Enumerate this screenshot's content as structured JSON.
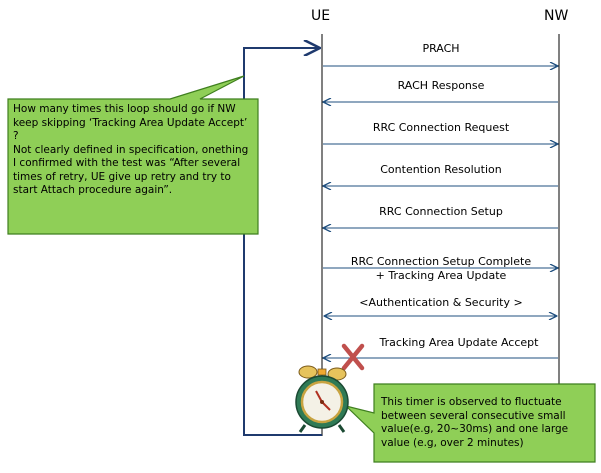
{
  "entities": {
    "ue": "UE",
    "nw": "NW"
  },
  "messages": [
    {
      "label": "PRACH",
      "direction": "ue-to-nw"
    },
    {
      "label": "RACH Response",
      "direction": "nw-to-ue"
    },
    {
      "label": "RRC Connection Request",
      "direction": "ue-to-nw"
    },
    {
      "label": "Contention Resolution",
      "direction": "nw-to-ue"
    },
    {
      "label": "RRC Connection Setup",
      "direction": "nw-to-ue"
    },
    {
      "label": "RRC Connection Setup Complete\n+ Tracking Area Update",
      "direction": "ue-to-nw"
    },
    {
      "label": "<Authentication & Security >",
      "direction": "bidirectional"
    },
    {
      "label": "Tracking Area  Update Accept",
      "direction": "nw-to-ue",
      "skipped": true
    }
  ],
  "callouts": {
    "loop_note": "How many times this loop should go if NW keep skipping ‘Tracking Area Update Accept’ ?\nNot clearly defined in specification, onething I confirmed with the test was “After several times of retry, UE give up retry and try to start Attach procedure again”.",
    "timer_note": "This timer is observed to fluctuate between several consecutive small value(e.g, 20~30ms) and one large value (e.g, over 2 minutes)"
  },
  "colors": {
    "callout_fill": "#8fcf57",
    "callout_border": "#3f7f1f",
    "loop_line": "#1f3a6e",
    "arrow": "#1f4f7f",
    "cross": "#c0504d"
  },
  "icons": [
    "alarm-clock-icon",
    "cross-icon"
  ]
}
